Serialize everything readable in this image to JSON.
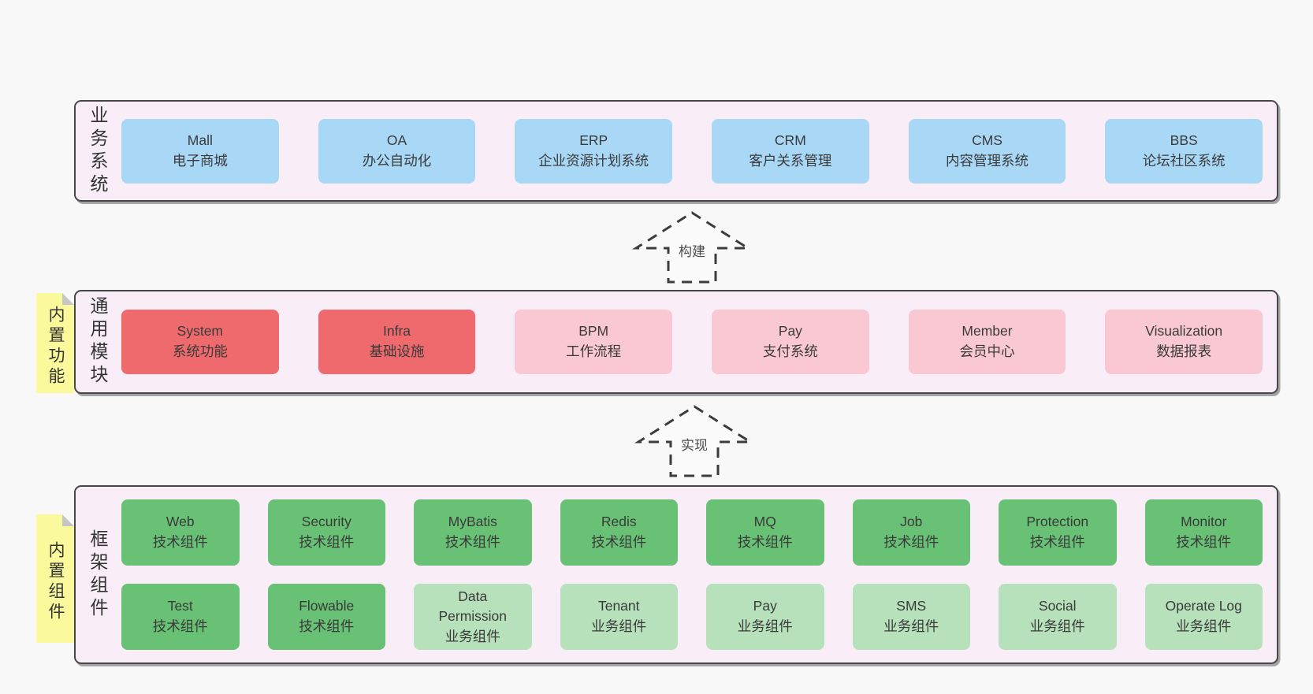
{
  "colors": {
    "page_bg": "#f8f8f8",
    "panel_bg": "#f9edf7",
    "panel_border": "#474747",
    "blue": "#a9d8f6",
    "red": "#ee6a6d",
    "pink": "#fac8d3",
    "green_dark": "#68c175",
    "green_light": "#b7e1ba",
    "note_yellow": "#fafa9d",
    "note_fold": "#c6c6c6",
    "box_text": "#3a3a3a",
    "arrow_line": "#3c3c3c",
    "arrow_fill": "#fbfbfb"
  },
  "layers": {
    "business": {
      "label": "业务系统",
      "boxes": [
        {
          "name": "Mall",
          "subtitle": "电子商城"
        },
        {
          "name": "OA",
          "subtitle": "办公自动化"
        },
        {
          "name": "ERP",
          "subtitle": "企业资源计划系统"
        },
        {
          "name": "CRM",
          "subtitle": "客户关系管理"
        },
        {
          "name": "CMS",
          "subtitle": "内容管理系统"
        },
        {
          "name": "BBS",
          "subtitle": "论坛社区系统"
        }
      ]
    },
    "modules": {
      "label": "通用模块",
      "note": "内置功能",
      "boxes": [
        {
          "name": "System",
          "subtitle": "系统功能"
        },
        {
          "name": "Infra",
          "subtitle": "基础设施"
        },
        {
          "name": "BPM",
          "subtitle": "工作流程"
        },
        {
          "name": "Pay",
          "subtitle": "支付系统"
        },
        {
          "name": "Member",
          "subtitle": "会员中心"
        },
        {
          "name": "Visualization",
          "subtitle": "数据报表"
        }
      ]
    },
    "components": {
      "label": "框架组件",
      "note": "内置组件",
      "row1": [
        {
          "name": "Web",
          "subtitle": "技术组件"
        },
        {
          "name": "Security",
          "subtitle": "技术组件"
        },
        {
          "name": "MyBatis",
          "subtitle": "技术组件"
        },
        {
          "name": "Redis",
          "subtitle": "技术组件"
        },
        {
          "name": "MQ",
          "subtitle": "技术组件"
        },
        {
          "name": "Job",
          "subtitle": "技术组件"
        },
        {
          "name": "Protection",
          "subtitle": "技术组件"
        },
        {
          "name": "Monitor",
          "subtitle": "技术组件"
        }
      ],
      "row2": [
        {
          "name": "Test",
          "subtitle": "技术组件"
        },
        {
          "name": "Flowable",
          "subtitle": "技术组件"
        },
        {
          "name": "Data Permission",
          "subtitle": "业务组件"
        },
        {
          "name": "Tenant",
          "subtitle": "业务组件"
        },
        {
          "name": "Pay",
          "subtitle": "业务组件"
        },
        {
          "name": "SMS",
          "subtitle": "业务组件"
        },
        {
          "name": "Social",
          "subtitle": "业务组件"
        },
        {
          "name": "Operate Log",
          "subtitle": "业务组件"
        }
      ]
    }
  },
  "arrows": [
    {
      "label": "构建"
    },
    {
      "label": "实现"
    }
  ]
}
